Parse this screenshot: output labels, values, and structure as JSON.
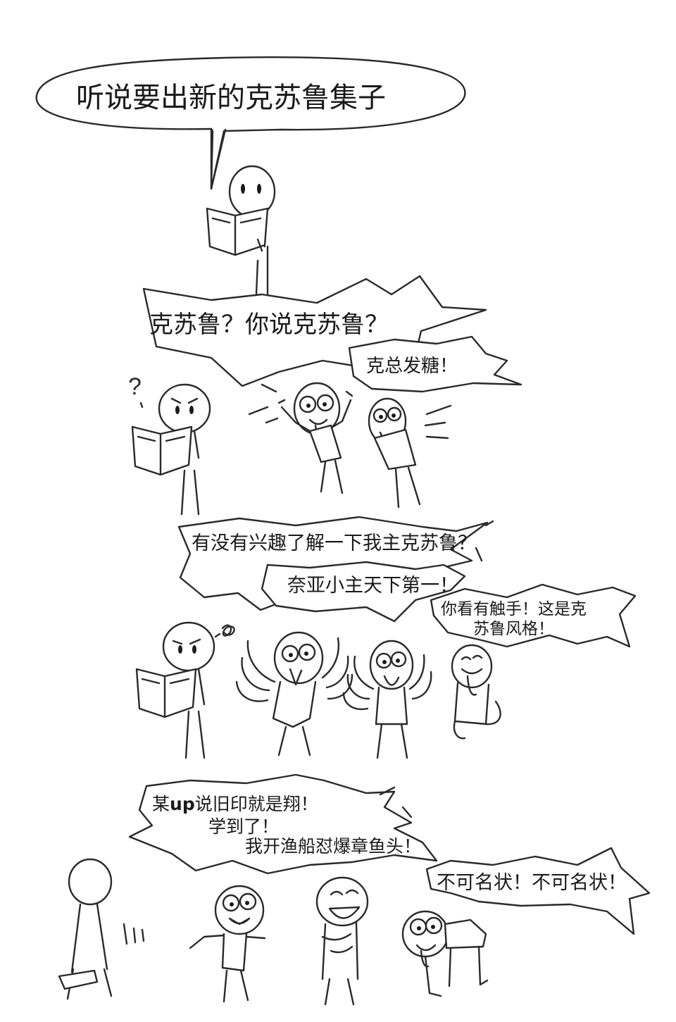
{
  "panels": {
    "p1": {
      "speech": "听说要出新的克苏鲁集子"
    },
    "p2": {
      "speech_main": "克苏鲁？你说克苏鲁？",
      "speech_side": "克总发糖！",
      "puzzled_mark": "?"
    },
    "p3": {
      "speech_main": "有没有兴趣了解一下我主克苏鲁？",
      "speech_second": "奈亚小主天下第一！",
      "speech_side": "你看有触手！这是克\n苏鲁风格！"
    },
    "p4": {
      "line1_prefix": "某",
      "line1_bold": "up",
      "line1_rest": "说旧印就是翔！",
      "line2": "学到了！",
      "line3": "我开渔船怼爆章鱼头！",
      "speech_side": "不可名状！不可名状！"
    }
  }
}
